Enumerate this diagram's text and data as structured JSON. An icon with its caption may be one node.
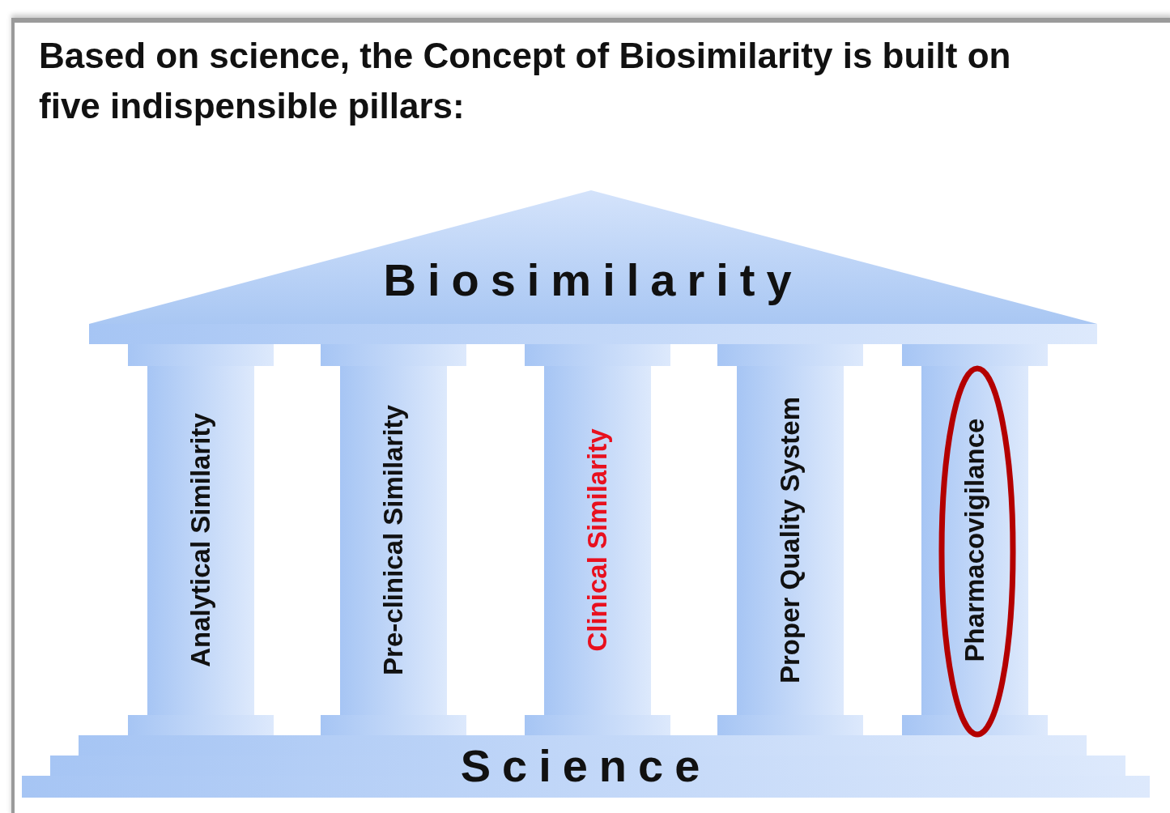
{
  "diagram": {
    "title": "Based on science, the Concept of Biosimilarity is built on five indispensible pillars:",
    "nodes": [
      {
        "text": [
          "Biosimilarity"
        ]
      },
      {
        "text": [
          "Analytical Similarity"
        ]
      },
      {
        "text": [
          "Pre-clinical Similarity"
        ]
      },
      {
        "text": [
          "Clinical Similarity"
        ]
      },
      {
        "text": [
          "Proper Quality System"
        ]
      },
      {
        "text": [
          "Pharmacovigilance"
        ]
      },
      {
        "text": [
          "Science"
        ]
      }
    ]
  }
}
